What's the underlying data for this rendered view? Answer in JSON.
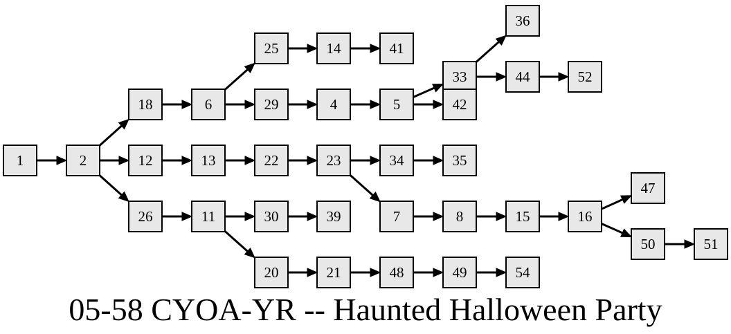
{
  "title": "05-58 CYOA-YR -- Haunted Halloween Party",
  "colors": {
    "node_fill": "#e8e8e8",
    "node_stroke": "#000000",
    "edge": "#000000",
    "background": "#ffffff"
  },
  "nodes": [
    "1",
    "2",
    "18",
    "12",
    "26",
    "6",
    "13",
    "11",
    "25",
    "29",
    "22",
    "30",
    "20",
    "14",
    "4",
    "23",
    "39",
    "21",
    "41",
    "5",
    "34",
    "7",
    "48",
    "33",
    "42",
    "35",
    "8",
    "49",
    "36",
    "44",
    "15",
    "54",
    "52",
    "16",
    "47",
    "50",
    "51"
  ],
  "edges": [
    [
      "1",
      "2"
    ],
    [
      "2",
      "18"
    ],
    [
      "2",
      "12"
    ],
    [
      "2",
      "26"
    ],
    [
      "18",
      "6"
    ],
    [
      "6",
      "25"
    ],
    [
      "6",
      "29"
    ],
    [
      "25",
      "14"
    ],
    [
      "14",
      "41"
    ],
    [
      "29",
      "4"
    ],
    [
      "4",
      "5"
    ],
    [
      "5",
      "33"
    ],
    [
      "5",
      "42"
    ],
    [
      "33",
      "36"
    ],
    [
      "33",
      "44"
    ],
    [
      "44",
      "52"
    ],
    [
      "12",
      "13"
    ],
    [
      "13",
      "22"
    ],
    [
      "22",
      "23"
    ],
    [
      "23",
      "34"
    ],
    [
      "34",
      "35"
    ],
    [
      "23",
      "7"
    ],
    [
      "7",
      "8"
    ],
    [
      "8",
      "15"
    ],
    [
      "15",
      "16"
    ],
    [
      "16",
      "47"
    ],
    [
      "16",
      "50"
    ],
    [
      "50",
      "51"
    ],
    [
      "26",
      "11"
    ],
    [
      "11",
      "30"
    ],
    [
      "30",
      "39"
    ],
    [
      "11",
      "20"
    ],
    [
      "20",
      "21"
    ],
    [
      "21",
      "48"
    ],
    [
      "48",
      "49"
    ],
    [
      "49",
      "54"
    ]
  ]
}
